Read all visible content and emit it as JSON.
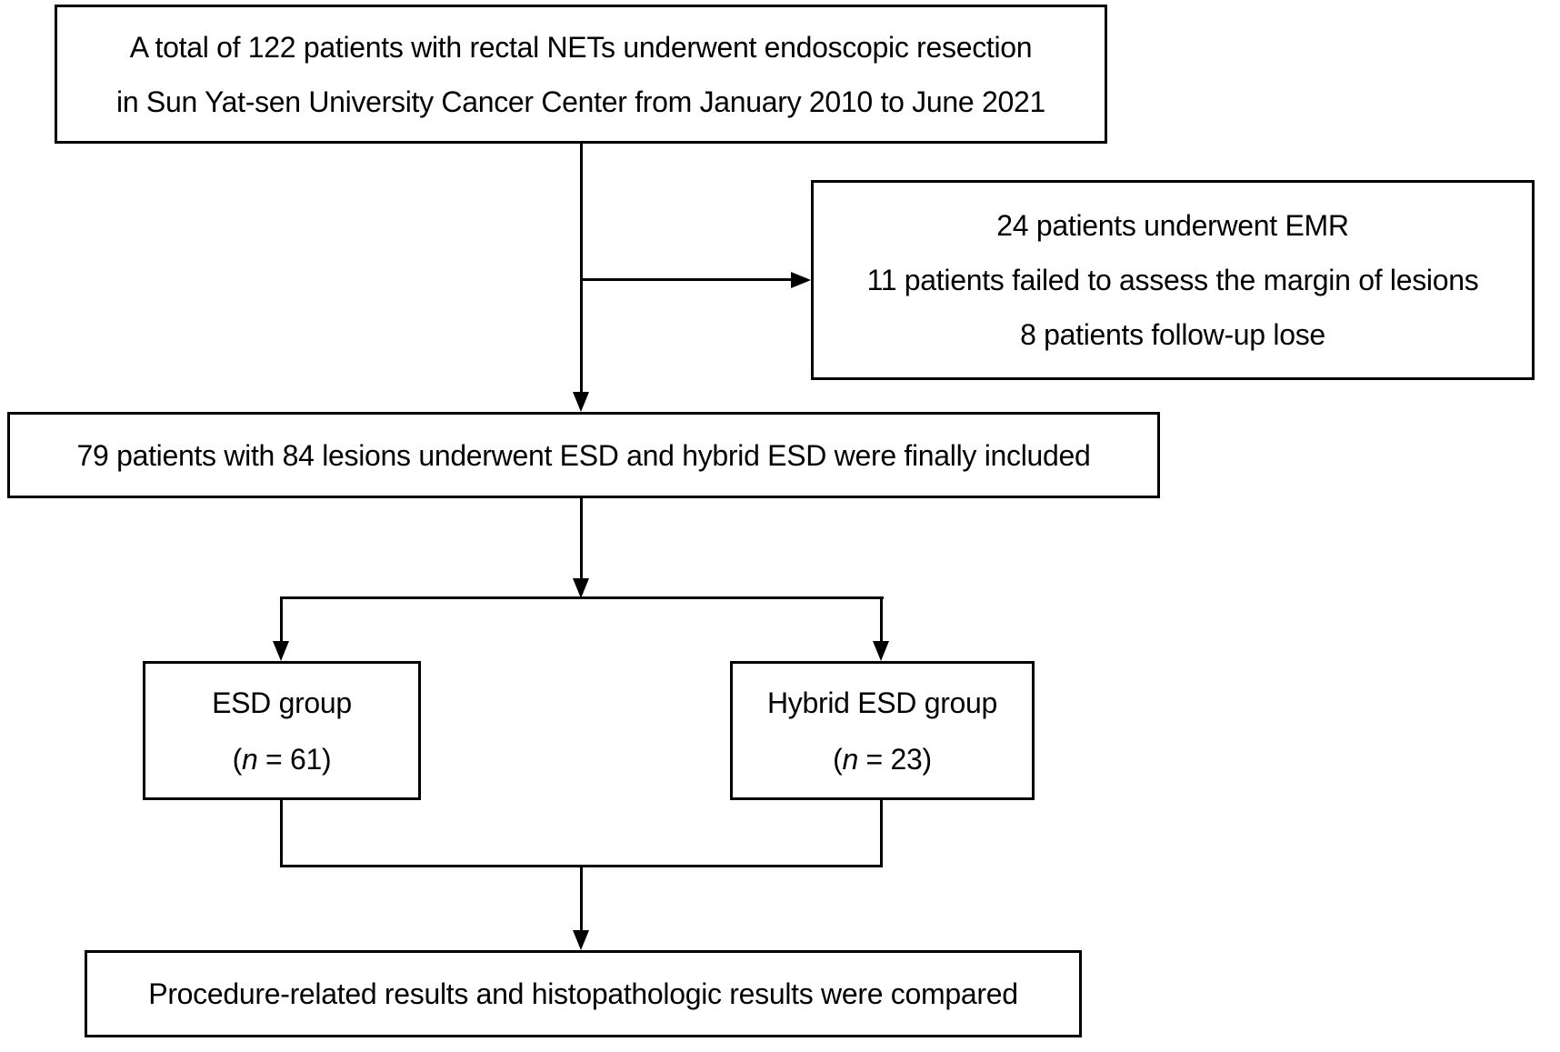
{
  "figure": {
    "type": "patient-flow-diagram",
    "background_color": "#ffffff",
    "line_color": "#000000"
  },
  "boxes": {
    "top": {
      "line1": "A total of 122 patients with rectal NETs underwent endoscopic resection",
      "line2": "in Sun Yat-sen University Cancer Center from January 2010 to June 2021"
    },
    "exclusion": {
      "line1": "24 patients underwent EMR",
      "line2": "11 patients failed to assess the margin of lesions",
      "line3": "8 patients follow-up lose"
    },
    "included": {
      "line1": "79 patients with 84 lesions underwent ESD and hybrid ESD were finally included"
    },
    "esd": {
      "title": "ESD group",
      "open": "(",
      "var": "n",
      "rest": " = 61)"
    },
    "hybrid": {
      "title": "Hybrid ESD group",
      "open": "(",
      "var": "n",
      "rest": " = 23)"
    },
    "outcome": {
      "line1": "Procedure-related results and histopathologic results were compared"
    }
  }
}
